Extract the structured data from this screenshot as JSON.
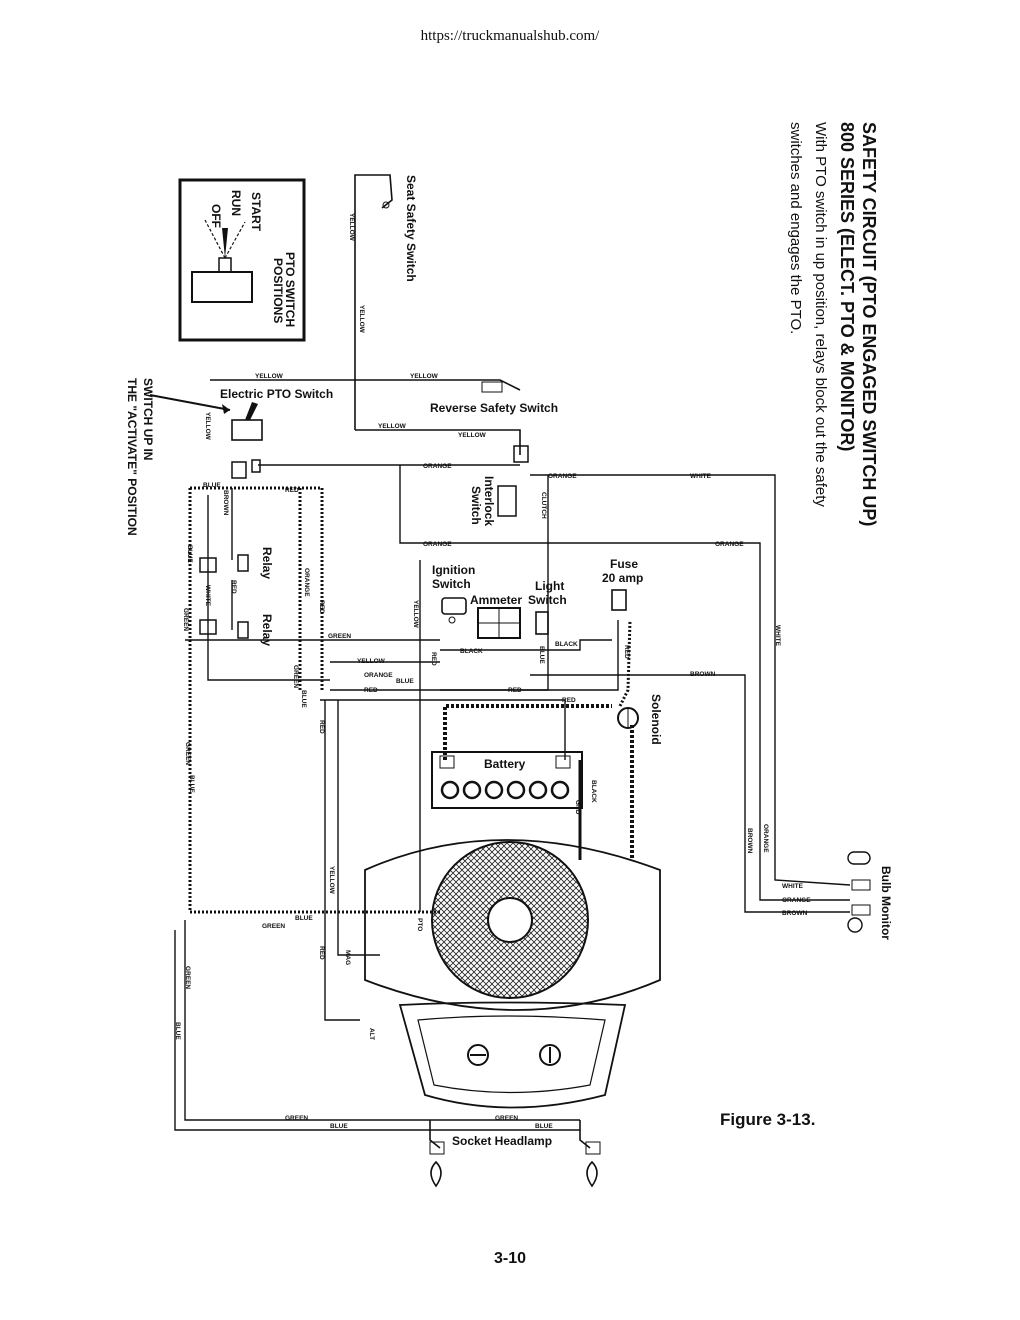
{
  "page": {
    "header_url": "https://truckmanualshub.com/",
    "page_number": "3-10",
    "figure_caption": "Figure 3-13."
  },
  "heading": {
    "title_line1": "SAFETY CIRCUIT (PTO ENGAGED SWITCH UP)",
    "title_line2": "800 SERIES (ELECT. PTO & MONITOR)",
    "desc_line1": "With PTO switch in up position, relays block out the safety",
    "desc_line2": "switches and engages the PTO."
  },
  "components": {
    "seat_safety_switch": "Seat Safety Switch",
    "pto_positions_title1": "PTO SWITCH",
    "pto_positions_title2": "POSITIONS",
    "pos_start": "START",
    "pos_run": "RUN",
    "pos_off": "OFF",
    "reverse_safety_switch": "Reverse Safety Switch",
    "electric_pto_switch": "Electric PTO Switch",
    "switch_up_line1": "SWITCH UP IN",
    "switch_up_line2": "THE \"ACTIVATE\" POSITION",
    "interlock_switch1": "Interlock",
    "interlock_switch2": "Switch",
    "clutch": "CLUTCH",
    "relay1": "Relay",
    "relay2": "Relay",
    "ignition_switch1": "Ignition",
    "ignition_switch2": "Switch",
    "ammeter": "Ammeter",
    "light_switch1": "Light",
    "light_switch2": "Switch",
    "fuse1": "Fuse",
    "fuse2": "20 amp",
    "solenoid": "Solenoid",
    "battery": "Battery",
    "bulb_monitor": "Bulb Monitor",
    "socket_headlamp": "Socket Headlamp",
    "pto": "PTO",
    "mag": "MAG",
    "alt": "ALT",
    "gnd": "GND"
  },
  "wire_colors": {
    "yellow": "YELLOW",
    "orange": "ORANGE",
    "white": "WHITE",
    "red": "RED",
    "blue": "BLUE",
    "green": "GREEN",
    "brown": "BROWN",
    "black": "BLACK"
  }
}
